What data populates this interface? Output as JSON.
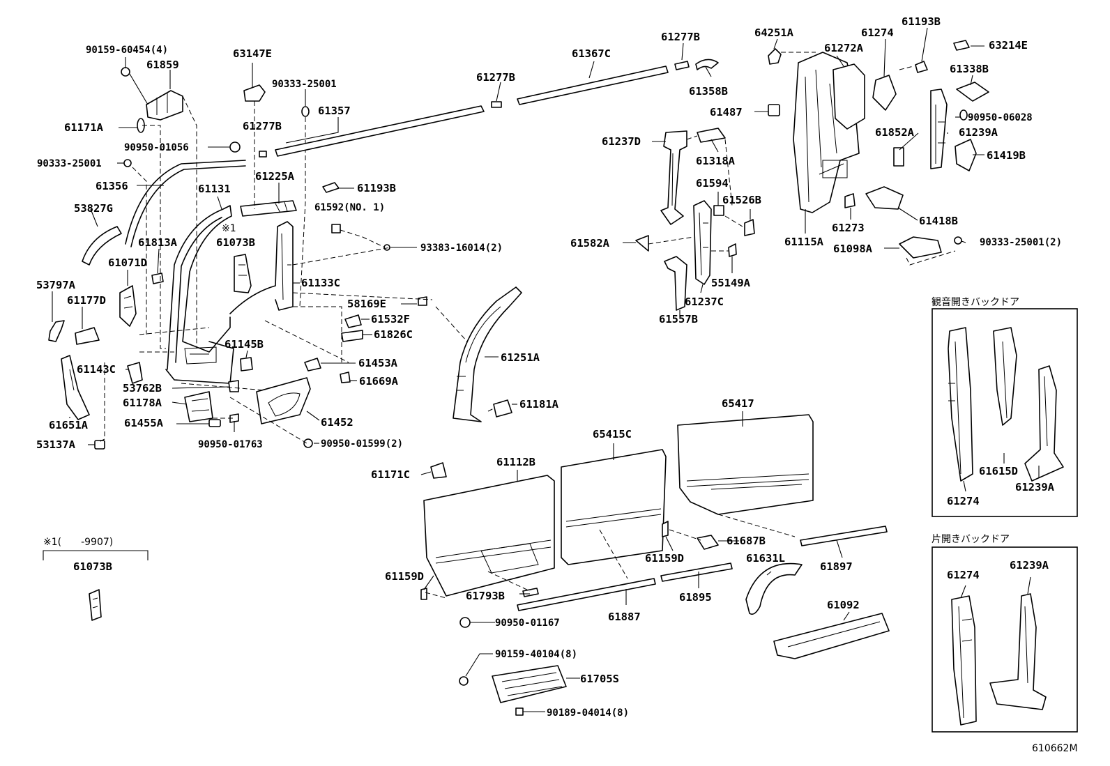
{
  "labels": {
    "p90159_60454": "90159-60454(4)",
    "p61859": "61859",
    "p63147E": "63147E",
    "p90333_25001_a": "90333-25001",
    "p61357": "61357",
    "p61277B_a": "61277B",
    "p61367C": "61367C",
    "p61277B_b": "61277B",
    "p61277B_c": "61277B",
    "p61358B": "61358B",
    "p64251A": "64251A",
    "p61274_a": "61274",
    "p61193B_a": "61193B",
    "p61272A": "61272A",
    "p63214E": "63214E",
    "p61338B": "61338B",
    "p61171A": "61171A",
    "p90950_01056": "90950-01056",
    "p90333_25001_b": "90333-25001",
    "p61356": "61356",
    "p61131": "61131",
    "p61225A": "61225A",
    "p61193B_b": "61193B",
    "p61592": "61592(NO. 1)",
    "p53827G": "53827G",
    "p61073B_a": "61073B",
    "p61813A": "61813A",
    "p61071D": "61071D",
    "p93383_16014": "93383-16014(2)",
    "p53797A": "53797A",
    "p61177D": "61177D",
    "p61133C": "61133C",
    "p58169E": "58169E",
    "p61532F": "61532F",
    "p61826C": "61826C",
    "p61145B": "61145B",
    "p61143C": "61143C",
    "p53762B": "53762B",
    "p61178A": "61178A",
    "p61651A": "61651A",
    "p61455A": "61455A",
    "p53137A": "53137A",
    "p90950_01763": "90950-01763",
    "p61453A": "61453A",
    "p61669A": "61669A",
    "p61452": "61452",
    "p90950_01599": "90950-01599(2)",
    "p61251A": "61251A",
    "p61181A": "61181A",
    "p61237D": "61237D",
    "p61318A": "61318A",
    "p61594": "61594",
    "p61526B": "61526B",
    "p61582A": "61582A",
    "p55149A": "55149A",
    "p61237C": "61237C",
    "p61557B": "61557B",
    "p61487": "61487",
    "p90950_06028": "90950-06028",
    "p61852A": "61852A",
    "p61239A_a": "61239A",
    "p61419B": "61419B",
    "p61115A": "61115A",
    "p61273": "61273",
    "p61418B": "61418B",
    "p61098A": "61098A",
    "p90333_25001_c": "90333-25001(2)",
    "p65417": "65417",
    "p65415C": "65415C",
    "p61112B": "61112B",
    "p61171C": "61171C",
    "p61687B": "61687B",
    "p61159D_a": "61159D",
    "p61159D_b": "61159D",
    "p61631L": "61631L",
    "p61897": "61897",
    "p61793B": "61793B",
    "p61887": "61887",
    "p61895": "61895",
    "p61092": "61092",
    "p90950_01167": "90950-01167",
    "p90159_40104": "90159-40104(8)",
    "p61705S": "61705S",
    "p90189_04014": "90189-04014(8)",
    "p61274_b": "61274",
    "p61615D": "61615D",
    "p61239A_b": "61239A",
    "p61274_c": "61274",
    "p61239A_c": "61239A"
  },
  "note": {
    "mark": "※1(　　-9907)",
    "part": "61073B",
    "callout_mark": "※1"
  },
  "insets": {
    "double_door_title": "観音開きバックドア",
    "single_door_title": "片開きバックドア"
  },
  "figure_code": "610662M"
}
